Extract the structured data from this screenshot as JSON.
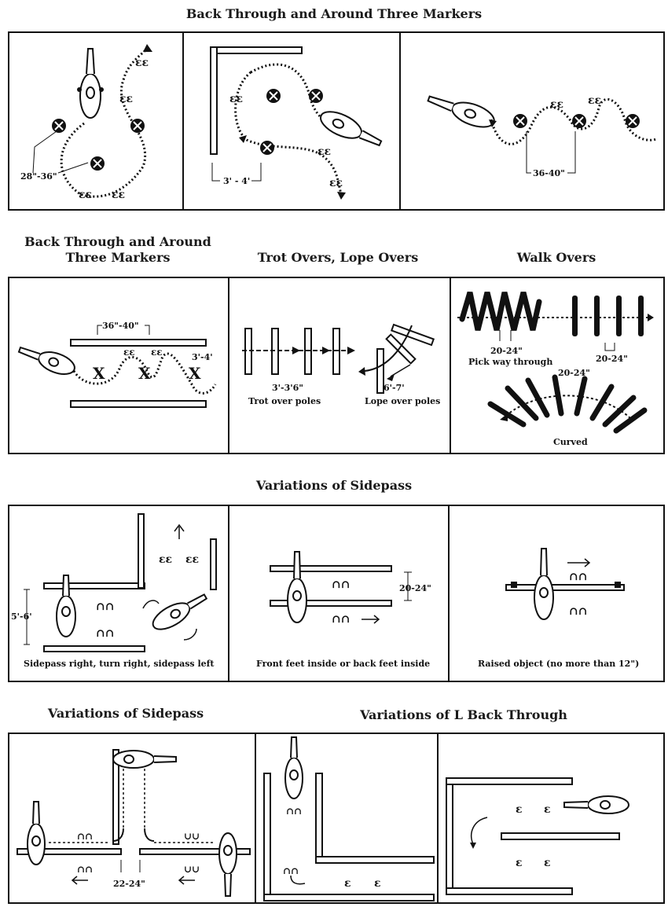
{
  "section1": {
    "title": "Back Through and Around Three Markers",
    "labels": {
      "a": "28\"-36\"",
      "b": "3' - 4'",
      "c": "36-40\""
    }
  },
  "section2": {
    "title_left_1": "Back Through and Around",
    "title_left_2": "Three Markers",
    "title_mid": "Trot Overs, Lope Overs",
    "title_right": "Walk Overs",
    "labels": {
      "dist_top": "36\"-40\"",
      "dist_side": "3'-4'",
      "marker": "X",
      "trot_dist": "3'-3'6\"",
      "trot_cap": "Trot over poles",
      "lope_dist": "6'-7'",
      "lope_cap": "Lope over poles",
      "walk_dist1": "20-24\"",
      "walk_cap1": "Pick way through",
      "walk_dist2": "20-24\"",
      "walk_dist3": "20-24\"",
      "walk_cap2": "Curved"
    }
  },
  "section3": {
    "title": "Variations of Sidepass",
    "labels": {
      "dist_left": "5'-6'",
      "cap1": "Sidepass right, turn right, sidepass left",
      "dist_mid": "20-24\"",
      "cap2": "Front feet inside or back feet inside",
      "cap3": "Raised object (no more than 12\")"
    }
  },
  "section4": {
    "title_left": "Variations of Sidepass",
    "title_right": "Variations of L Back Through",
    "labels": {
      "dist": "22-24\""
    }
  }
}
